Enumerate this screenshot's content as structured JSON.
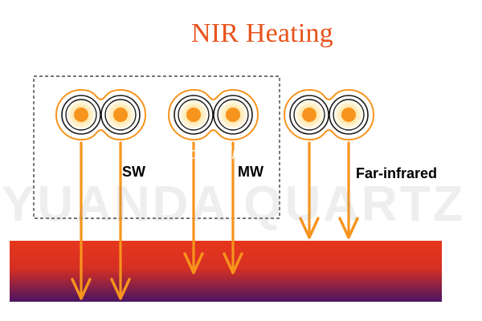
{
  "diagram": {
    "title": "NIR Heating",
    "emitters": [
      {
        "label": "SW"
      },
      {
        "label": "MW"
      },
      {
        "label": "Far-infrared"
      }
    ],
    "watermarks": {
      "brand": "YUANDA QUARTZ",
      "site": "trade.china.cn"
    }
  },
  "colors": {
    "title": "#e8531c",
    "arrow": "#f7941d",
    "lamp_core": "#f7941d",
    "lamp_glow": "#ffe9b0",
    "surface_top": "#e6371c",
    "surface_bottom": "#4a1463"
  }
}
